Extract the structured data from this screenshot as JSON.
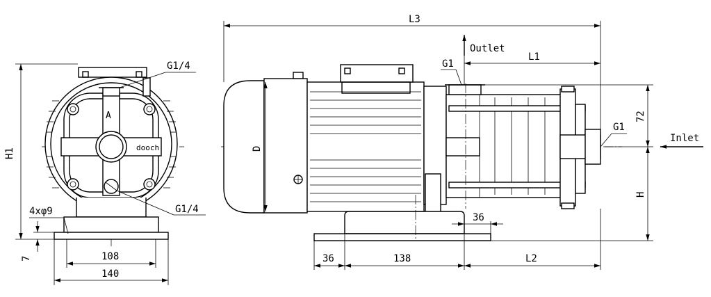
{
  "labels": {
    "g14_top": "G1/4",
    "g14_bottom": "G1/4",
    "holes": "4xφ9",
    "h1": "H1",
    "dim_7": "7",
    "dim_108": "108",
    "dim_140": "140",
    "brand": "dooch",
    "arrow_letter": "A",
    "l3": "L3",
    "outlet": "Outlet",
    "l1": "L1",
    "g1_outlet": "G1",
    "d": "D",
    "dim_72": "72",
    "g1_inlet": "G1",
    "inlet": "Inlet",
    "h": "H",
    "dim_36_right": "36",
    "dim_36_left": "36",
    "dim_138": "138",
    "l2": "L2"
  },
  "icons": {
    "arrow": "arrowhead-icon",
    "bolt": "bolt-icon"
  }
}
